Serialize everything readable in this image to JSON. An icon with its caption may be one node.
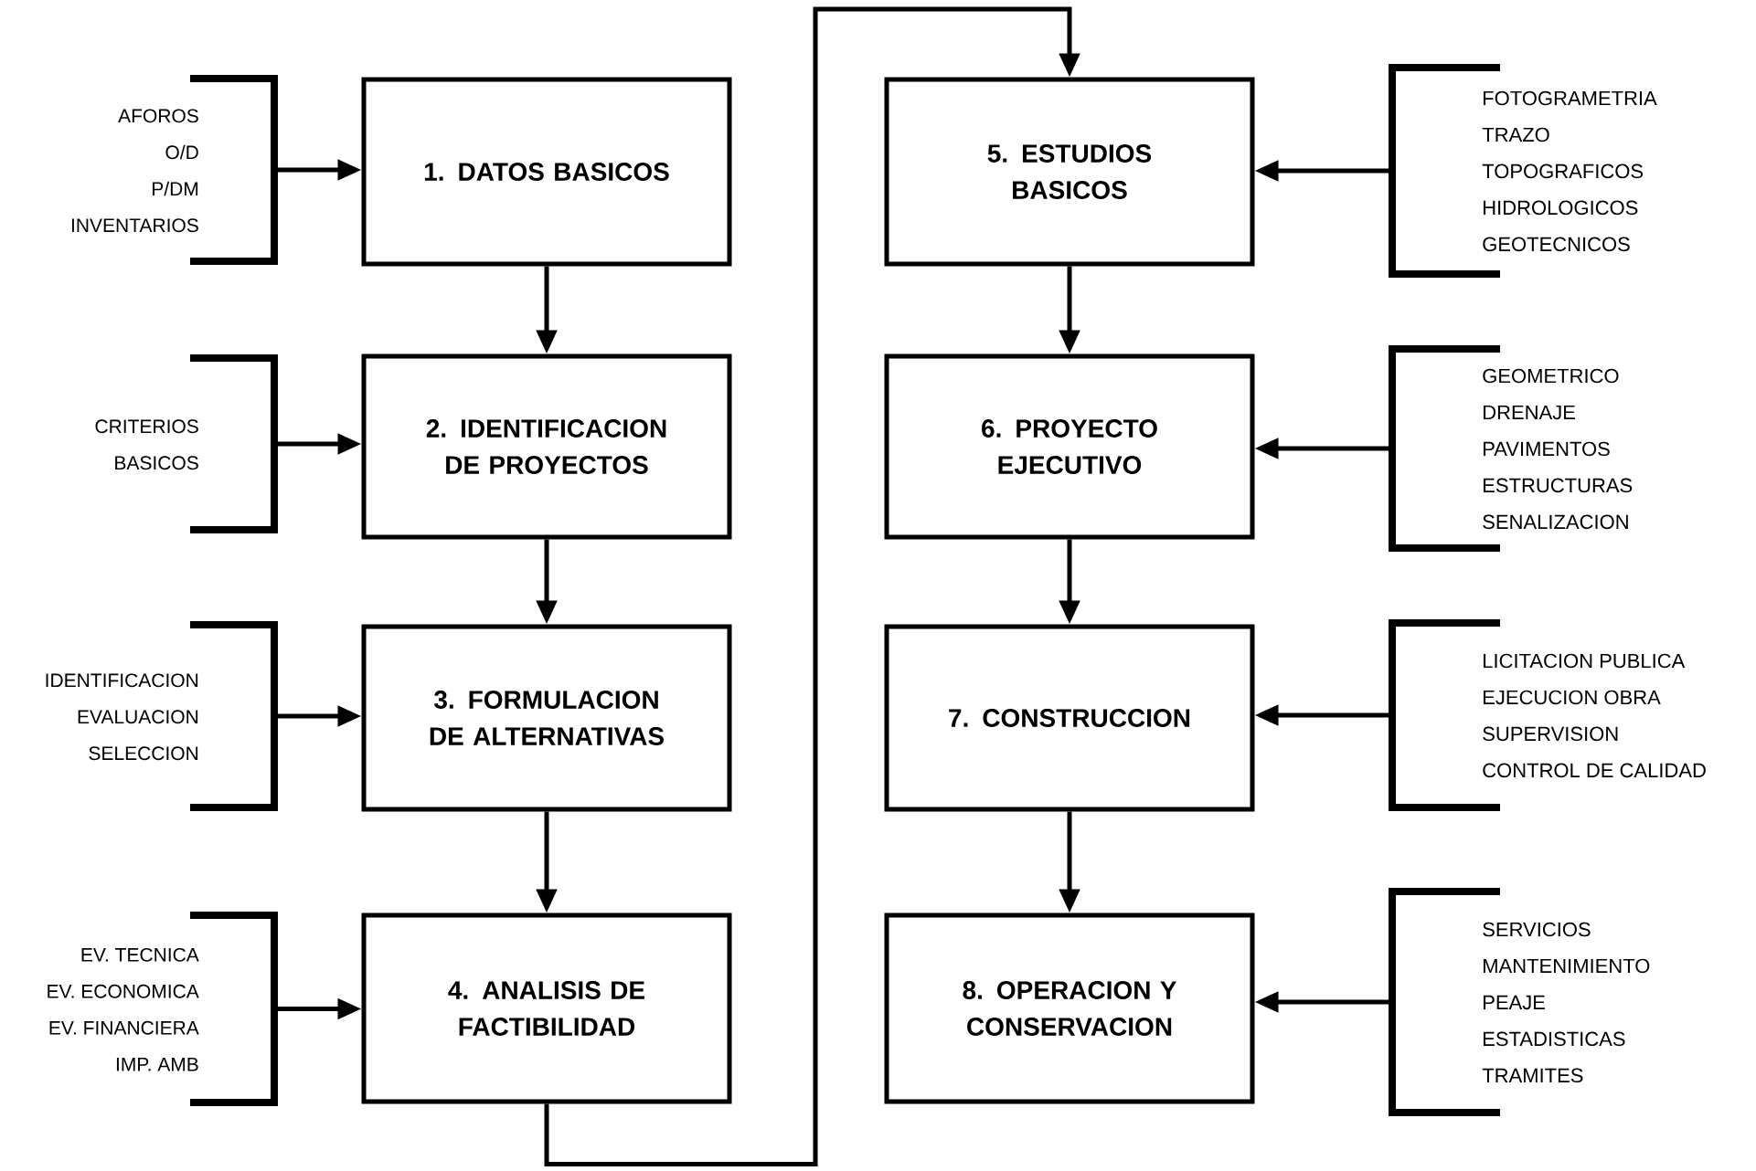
{
  "diagram": {
    "nodes": [
      {
        "text": [
          "1. DATOS BASICOS"
        ]
      },
      {
        "text": [
          "2. IDENTIFICACION DE PROYECTOS"
        ]
      },
      {
        "text": [
          "3. FORMULACION DE ALTERNATIVAS"
        ]
      },
      {
        "text": [
          "4. ANALISIS DE FACTIBILIDAD"
        ]
      },
      {
        "text": [
          "5. ESTUDIOS BASICOS"
        ]
      },
      {
        "text": [
          "6. PROYECTO EJECUTIVO"
        ]
      },
      {
        "text": [
          "7. CONSTRUCCION"
        ]
      },
      {
        "text": [
          "8. OPERACION Y CONSERVACION"
        ]
      },
      {
        "text": [
          "AFOROS",
          "O/D",
          "P/DM",
          "INVENTARIOS"
        ]
      },
      {
        "text": [
          "CRITERIOS",
          "BASICOS"
        ]
      },
      {
        "text": [
          "IDENTIFICACION",
          "EVALUACION",
          "SELECCION"
        ]
      },
      {
        "text": [
          "EV. TECNICA",
          "EV. ECONOMICA",
          "EV. FINANCIERA",
          "IMP. AMB"
        ]
      },
      {
        "text": [
          "FOTOGRAMETRIA",
          "TRAZO",
          "TOPOGRAFICOS",
          "HIDROLOGICOS",
          "GEOTECNICOS"
        ]
      },
      {
        "text": [
          "GEOMETRICO",
          "DRENAJE",
          "PAVIMENTOS",
          "ESTRUCTURAS",
          "SENALIZACION"
        ]
      },
      {
        "text": [
          "LICITACION PUBLICA",
          "EJECUCION OBRA",
          "SUPERVISION",
          "CONTROL DE CALIDAD"
        ]
      },
      {
        "text": [
          "SERVICIOS",
          "MANTENIMIENTO",
          "PEAJE",
          "ESTADISTICAS",
          "TRAMITES"
        ]
      }
    ],
    "edges": [
      {
        "from": 8,
        "to": 0,
        "arrow": "to"
      },
      {
        "from": 9,
        "to": 1,
        "arrow": "to"
      },
      {
        "from": 10,
        "to": 2,
        "arrow": "to"
      },
      {
        "from": 11,
        "to": 3,
        "arrow": "to"
      },
      {
        "from": 0,
        "to": 1,
        "arrow": "to"
      },
      {
        "from": 1,
        "to": 2,
        "arrow": "to"
      },
      {
        "from": 2,
        "to": 3,
        "arrow": "to"
      },
      {
        "from": 3,
        "to": 4,
        "arrow": "to"
      },
      {
        "from": 12,
        "to": 4,
        "arrow": "to"
      },
      {
        "from": 13,
        "to": 5,
        "arrow": "to"
      },
      {
        "from": 14,
        "to": 6,
        "arrow": "to"
      },
      {
        "from": 15,
        "to": 7,
        "arrow": "to"
      },
      {
        "from": 4,
        "to": 5,
        "arrow": "to"
      },
      {
        "from": 5,
        "to": 6,
        "arrow": "to"
      },
      {
        "from": 6,
        "to": 7,
        "arrow": "to"
      }
    ]
  }
}
